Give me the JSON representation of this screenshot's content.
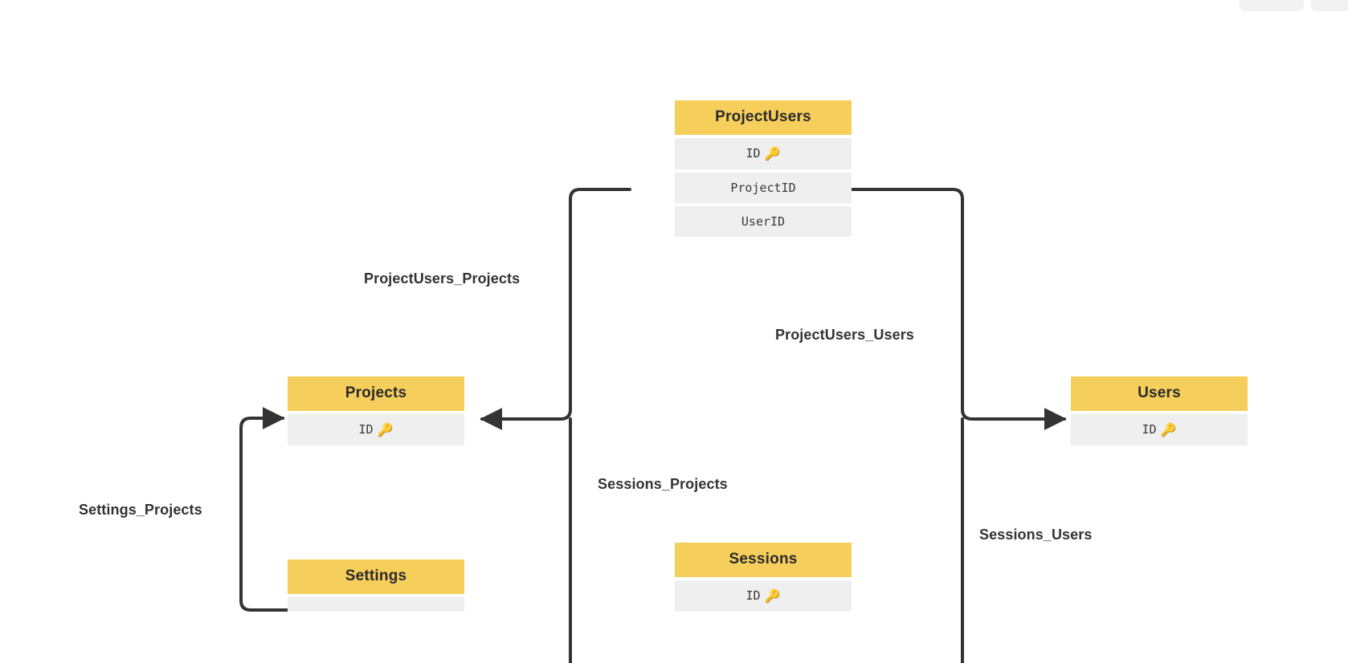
{
  "diagram": {
    "type": "entity-relationship-diagram",
    "background": "#ffffff",
    "header_color": "#F5CE5B",
    "field_color": "#EFEFEF",
    "line_color": "#333333",
    "entities": [
      {
        "name": "ProjectUsers",
        "fields": [
          {
            "label": "ID",
            "key": true,
            "key_icon": "key-icon",
            "key_glyph": "🔑"
          },
          {
            "label": "ProjectID",
            "key": false
          },
          {
            "label": "UserID",
            "key": false
          }
        ]
      },
      {
        "name": "Projects",
        "fields": [
          {
            "label": "ID",
            "key": true,
            "key_icon": "key-icon",
            "key_glyph": "🔑"
          }
        ]
      },
      {
        "name": "Users",
        "fields": [
          {
            "label": "ID",
            "key": true,
            "key_icon": "key-icon",
            "key_glyph": "🔑"
          }
        ]
      },
      {
        "name": "Sessions",
        "fields": [
          {
            "label": "ID",
            "key": true,
            "key_icon": "key-icon",
            "key_glyph": "🔑"
          }
        ]
      },
      {
        "name": "Settings",
        "fields": []
      }
    ],
    "relationships": [
      {
        "label": "ProjectUsers_Projects"
      },
      {
        "label": "ProjectUsers_Users"
      },
      {
        "label": "Sessions_Projects"
      },
      {
        "label": "Sessions_Users"
      },
      {
        "label": "Settings_Projects"
      }
    ]
  }
}
